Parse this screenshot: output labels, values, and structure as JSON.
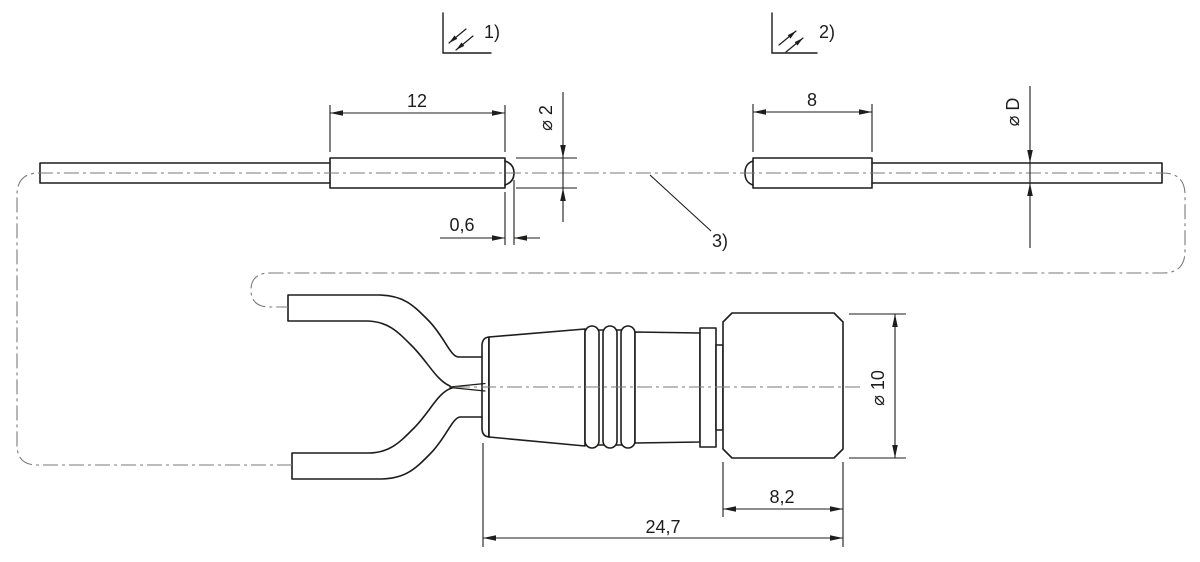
{
  "drawing": {
    "kind": "fiber-optic-sensor-dimensional-drawing",
    "notes": {
      "note1": "1)",
      "note2": "2)",
      "note3": "3)"
    },
    "dimensions": {
      "probe_left_length": "12",
      "probe_left_diameter": "⌀ 2",
      "tip_length": "0,6",
      "probe_right_length": "8",
      "cable_diameter": "⌀ D",
      "cap_diameter": "⌀ 10",
      "cap_length": "8,2",
      "total_length": "24,7"
    },
    "colors": {
      "line": "#1d1d1b",
      "centerline": "#7a7a78",
      "dimension": "#1d1d1b",
      "background": "#ffffff"
    }
  }
}
